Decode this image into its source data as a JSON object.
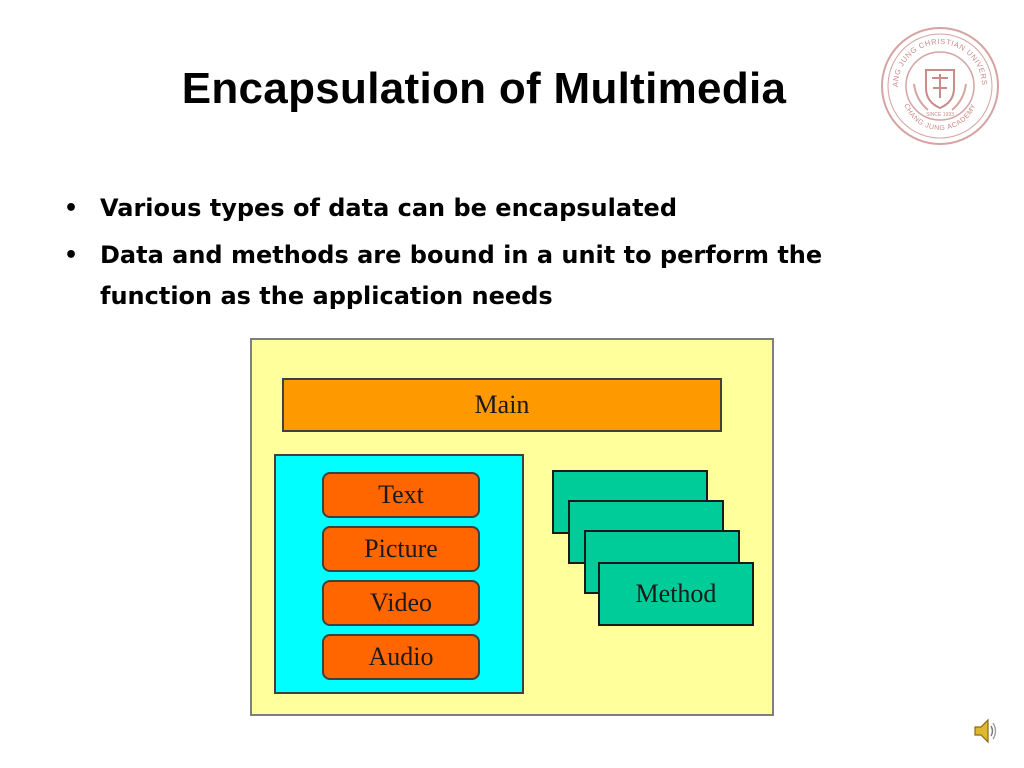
{
  "slide": {
    "title": "Encapsulation of Multimedia",
    "bullets": [
      "Various types of data can be encapsulated",
      "Data and methods are bound in a unit to perform the function as the application needs"
    ],
    "bullet_glyph": "•"
  },
  "logo": {
    "name": "university-seal",
    "ring_text": "CHANG JUNG CHRISTIAN UNIVERSITY",
    "bottom_text": "CHANG JUNG ACADEMY",
    "since": "SINCE 1993",
    "color": "#c98a8a"
  },
  "diagram": {
    "background": "#ffff9c",
    "main_label": "Main",
    "main_color": "#ff9900",
    "data_panel_color": "#00ffff",
    "data_items": [
      "Text",
      "Picture",
      "Video",
      "Audio"
    ],
    "data_item_color": "#ff6600",
    "method_label": "Method",
    "method_color": "#00cc99"
  },
  "controls": {
    "audio_icon": "speaker-icon"
  }
}
